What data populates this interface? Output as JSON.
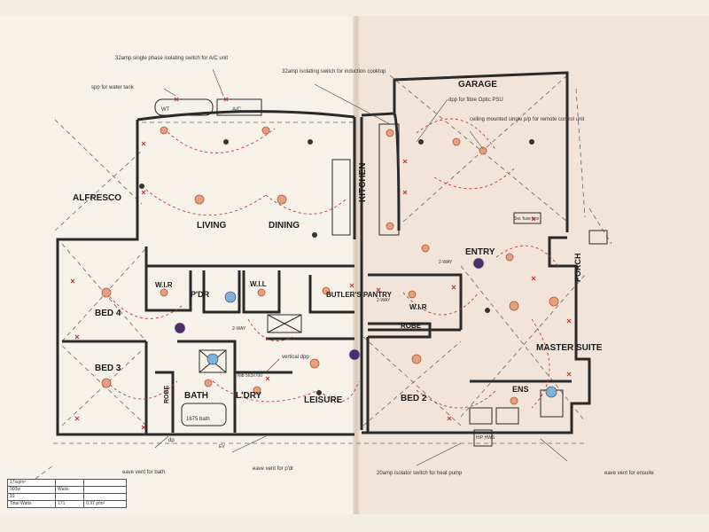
{
  "rooms": {
    "alfresco": "ALFRESCO",
    "living": "LIVING",
    "dining": "DINING",
    "kitchen": "KITCHEN",
    "garage": "GARAGE",
    "entry": "ENTRY",
    "porch": "PORCH",
    "bed4": "BED 4",
    "wir_left": "W.I.R",
    "pdr": "P'DR",
    "wil": "W.I.L",
    "butlers_pantry": "BUTLER'S PANTRY",
    "wir_right": "W.I.R",
    "robe_mid": "ROBE",
    "master_suite": "MASTER SUITE",
    "bed3": "BED 3",
    "robe_left": "ROBE",
    "bath": "BATH",
    "laundry": "L'DRY",
    "leisure": "LEISURE",
    "bed2": "BED 2",
    "ens": "ENS"
  },
  "annotations": {
    "ac_isolator": "32amp single phase isolating switch for A/C unit",
    "induction_isolator": "32amp isolating switch for induction cooktop",
    "spp_water_tank": "spp for water tank",
    "dpp_fibre": "dpp for fibre Optic PSU",
    "ceiling_mount": "ceiling mounted single p/p for remote control unit",
    "vertical_dpp": "vertical dpp",
    "eave_vent_bath": "eave vent for bath",
    "eave_vent_pdr": "eave vent for p'dr",
    "heat_pump_isolator": "20amp isolator switch for heat pump",
    "eave_vent_ensuite": "eave vent for ensuite",
    "two_way_1": "2-WAY",
    "two_way_2": "2-WAY",
    "two_way_3": "2-WAY",
    "bath_size": "1675 bath",
    "nib_size": "Nib 563x700",
    "wt_label": "WT",
    "ac_label": "A/C",
    "hp_label": "H/P HWS",
    "meter_box": "Sw. fuse box",
    "dp": "dp",
    "ev": "EV"
  },
  "legend_table": {
    "rows": [
      [
        "17sq/m²",
        "",
        ""
      ],
      [
        "900w",
        "Watts",
        ""
      ],
      [
        "19",
        "",
        ""
      ],
      [
        "Total Watts",
        "171",
        "0.97 p/m²"
      ]
    ]
  },
  "colors": {
    "wall": "#2a2a2a",
    "circuit": "#c23a3a",
    "fixture": "#d47a55",
    "dashed": "#555555",
    "purple": "#4b2e6e"
  }
}
